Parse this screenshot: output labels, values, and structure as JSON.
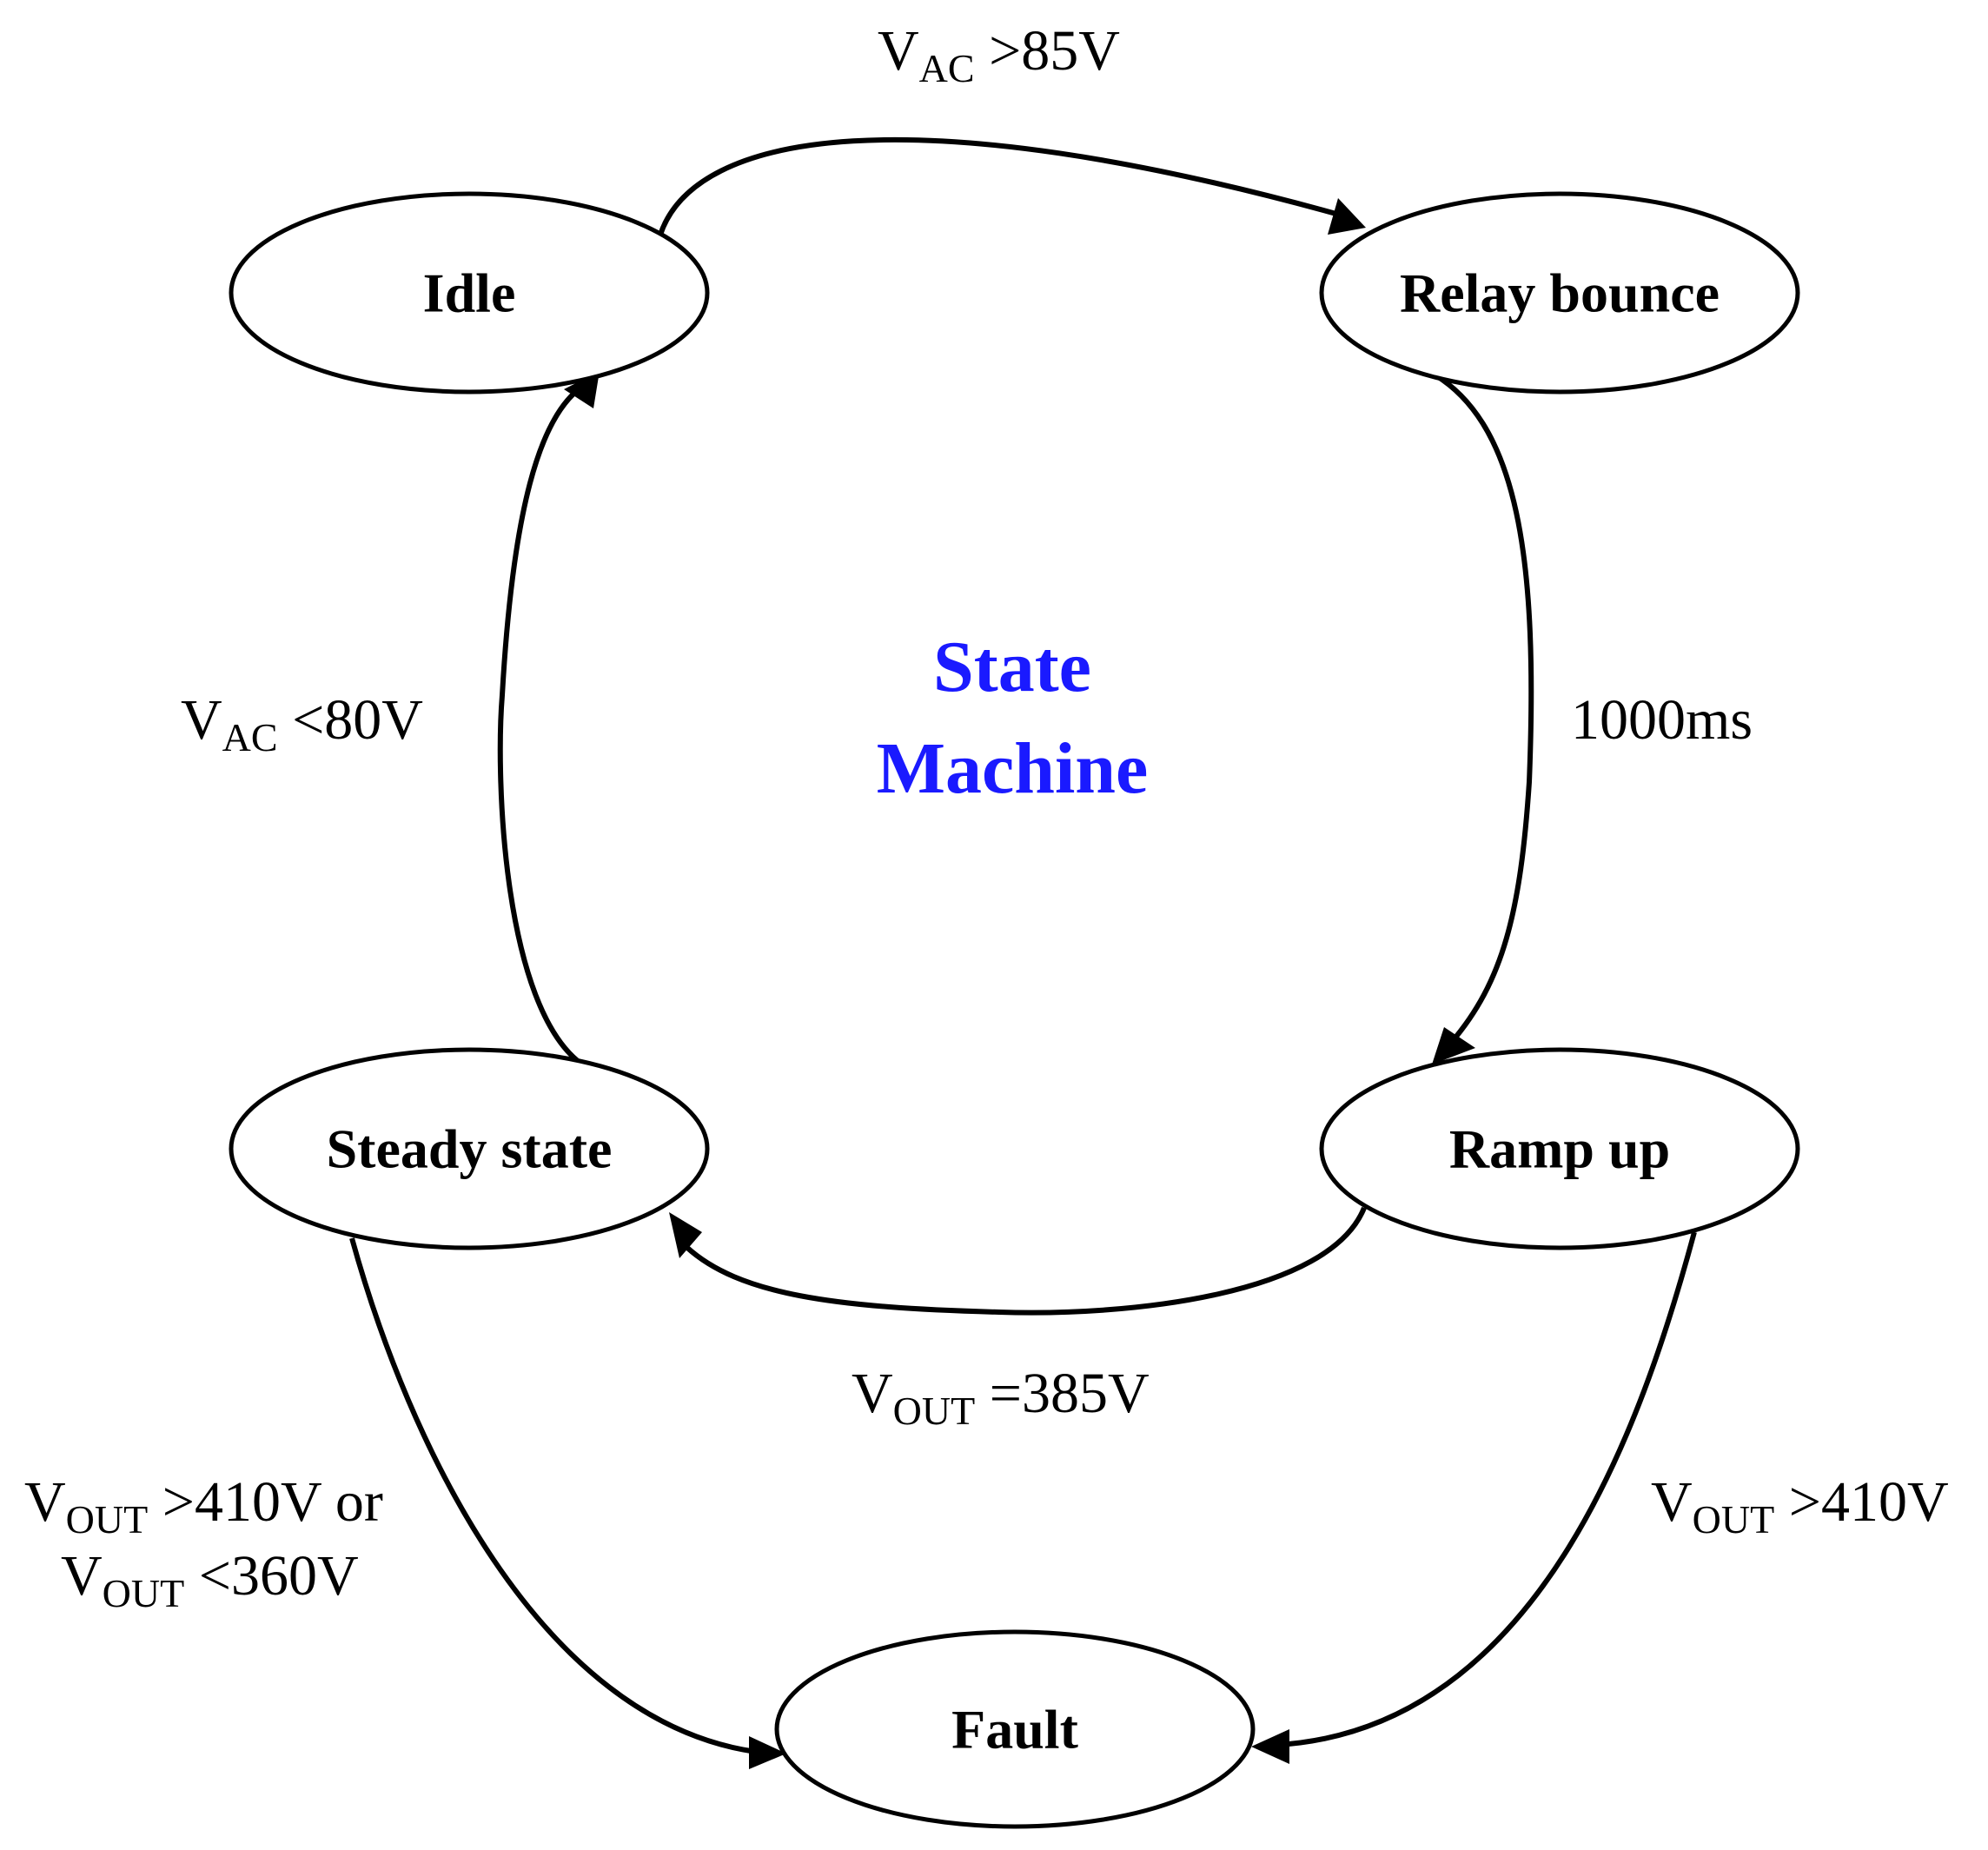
{
  "diagram": {
    "title_lines": [
      "State",
      "Machine"
    ],
    "title_color": "#1a1aff",
    "states": {
      "idle": "Idle",
      "relay_bounce": "Relay bounce",
      "ramp_up": "Ramp up",
      "steady_state": "Steady state",
      "fault": "Fault"
    },
    "transitions": {
      "idle_to_relay": {
        "var": "V",
        "sub": "AC",
        "cond": " >85V"
      },
      "relay_to_ramp": {
        "text": "1000ms"
      },
      "ramp_to_steady": {
        "var": "V",
        "sub": "OUT",
        "cond": " =385V"
      },
      "steady_to_idle": {
        "var": "V",
        "sub": "AC",
        "cond": " <80V"
      },
      "steady_to_fault_line1": {
        "var": "V",
        "sub": "OUT",
        "cond": " >410V or"
      },
      "steady_to_fault_line2": {
        "var": "V",
        "sub": "OUT",
        "cond": " <360V"
      },
      "ramp_to_fault": {
        "var": "V",
        "sub": "OUT",
        "cond": " >410V"
      }
    }
  }
}
